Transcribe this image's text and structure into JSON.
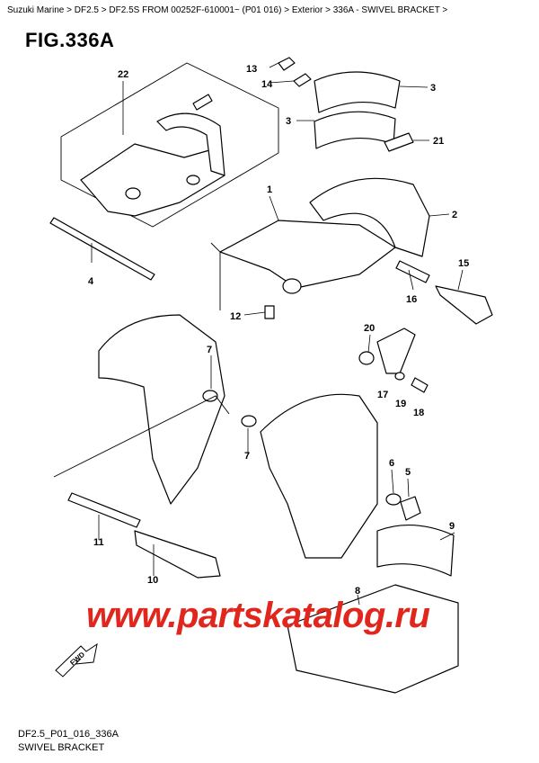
{
  "breadcrumb": {
    "items": [
      "Suzuki Marine",
      "DF2.5",
      "DF2.5S FROM 00252F-610001~ (P01 016)",
      "Exterior",
      "336A - SWIVEL BRACKET"
    ],
    "separator": " > ",
    "trailing": " >"
  },
  "figure": {
    "title": "FIG.336A",
    "code": "DF2.5_P01_016_336A",
    "name": "SWIVEL BRACKET",
    "watermark": "www.partskatalog.ru",
    "fwd_label": "FWD"
  },
  "callouts": [
    "1",
    "2",
    "3",
    "3",
    "4",
    "5",
    "6",
    "7",
    "7",
    "8",
    "9",
    "10",
    "11",
    "12",
    "13",
    "14",
    "15",
    "16",
    "17",
    "18",
    "19",
    "20",
    "21",
    "22"
  ],
  "colors": {
    "watermark": "#e0261d",
    "line": "#000000"
  }
}
